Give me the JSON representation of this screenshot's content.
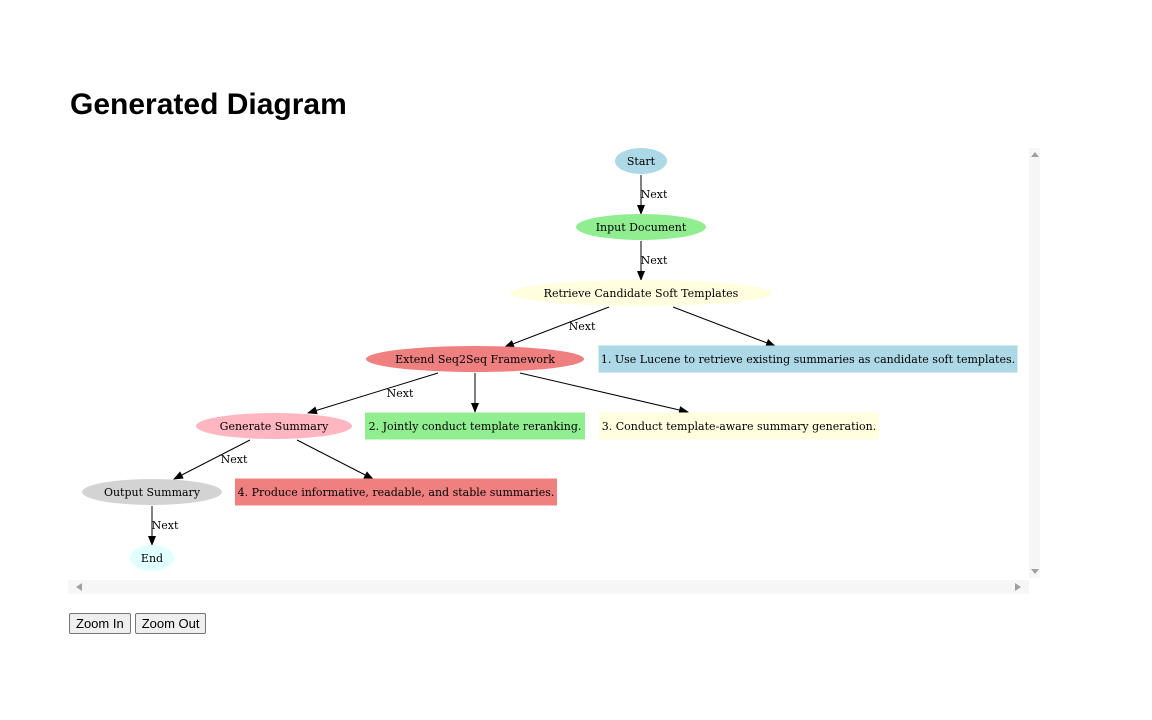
{
  "page": {
    "title": "Generated Diagram"
  },
  "diagram": {
    "nodes": [
      {
        "id": "start",
        "label": "Start",
        "shape": "ellipse",
        "color": "#add8e6"
      },
      {
        "id": "input",
        "label": "Input Document",
        "shape": "ellipse",
        "color": "#90ee90"
      },
      {
        "id": "retrieve",
        "label": "Retrieve Candidate Soft Templates",
        "shape": "ellipse",
        "color": "#ffffe0"
      },
      {
        "id": "extend",
        "label": "Extend Seq2Seq Framework",
        "shape": "ellipse",
        "color": "#f08080"
      },
      {
        "id": "note1",
        "label": "1. Use Lucene to retrieve existing summaries as candidate soft templates.",
        "shape": "box",
        "color": "#add8e6"
      },
      {
        "id": "generate",
        "label": "Generate Summary",
        "shape": "ellipse",
        "color": "#ffb6c1"
      },
      {
        "id": "note2",
        "label": "2. Jointly conduct template reranking.",
        "shape": "box",
        "color": "#90ee90"
      },
      {
        "id": "note3",
        "label": "3. Conduct template-aware summary generation.",
        "shape": "box",
        "color": "#ffffe0"
      },
      {
        "id": "output",
        "label": "Output Summary",
        "shape": "ellipse",
        "color": "#d3d3d3"
      },
      {
        "id": "note4",
        "label": "4. Produce informative, readable, and stable summaries.",
        "shape": "box",
        "color": "#f08080"
      },
      {
        "id": "end",
        "label": "End",
        "shape": "ellipse",
        "color": "#e0ffff"
      }
    ],
    "edges": [
      {
        "from": "start",
        "to": "input",
        "label": "Next"
      },
      {
        "from": "input",
        "to": "retrieve",
        "label": "Next"
      },
      {
        "from": "retrieve",
        "to": "extend",
        "label": "Next"
      },
      {
        "from": "retrieve",
        "to": "note1",
        "label": ""
      },
      {
        "from": "extend",
        "to": "generate",
        "label": "Next"
      },
      {
        "from": "extend",
        "to": "note2",
        "label": ""
      },
      {
        "from": "extend",
        "to": "note3",
        "label": ""
      },
      {
        "from": "generate",
        "to": "output",
        "label": "Next"
      },
      {
        "from": "generate",
        "to": "note4",
        "label": ""
      },
      {
        "from": "output",
        "to": "end",
        "label": "Next"
      }
    ]
  },
  "controls": {
    "zoom_in": "Zoom In",
    "zoom_out": "Zoom Out"
  }
}
